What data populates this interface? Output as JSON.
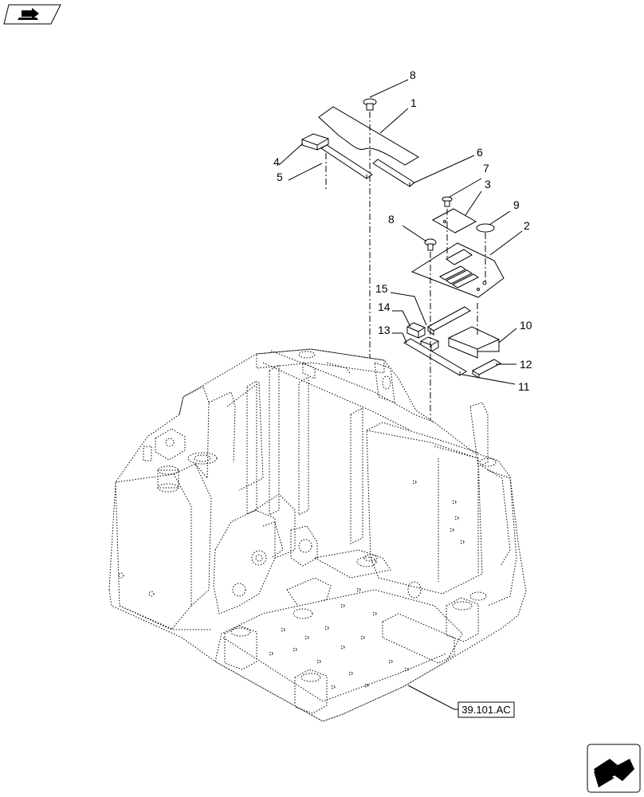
{
  "diagram": {
    "callouts": [
      "8",
      "1",
      "4",
      "5",
      "6",
      "7",
      "3",
      "9",
      "2",
      "8",
      "15",
      "14",
      "13",
      "10",
      "12",
      "11"
    ],
    "reference_label": "39.101.AC"
  },
  "icons": {
    "top_left": "book-arrow-icon",
    "bottom_right": "next-page-arrow-icon"
  }
}
